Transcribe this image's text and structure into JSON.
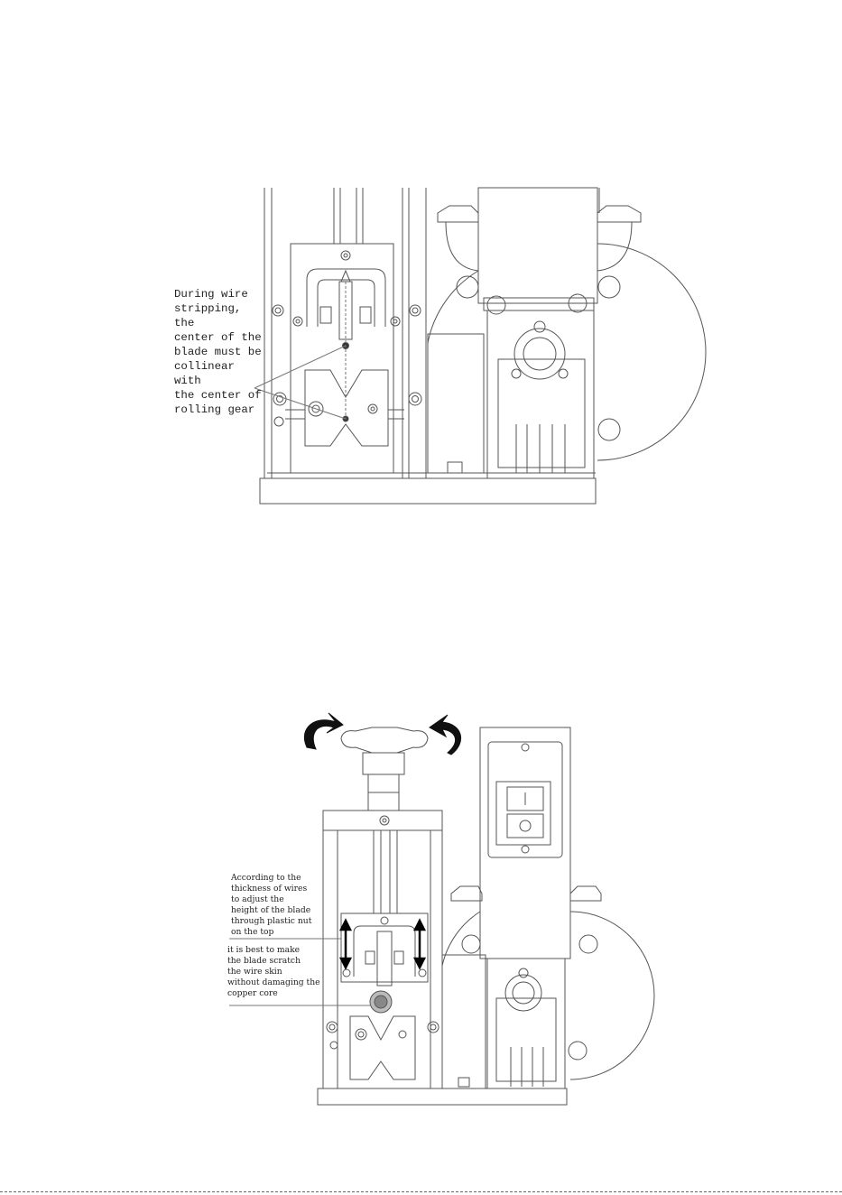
{
  "figure1": {
    "note": "During  wire\nstripping, the\ncenter of the\nblade must be\ncollinear with\nthe center of\nrolling gear"
  },
  "figure2": {
    "note_adjust": "According to the\nthickness of wires\nto adjust the\nheight of the blade\nthrough plastic nut\non the top",
    "note_scratch": "it is best to make\nthe blade scratch\nthe wire skin\nwithout damaging the\ncopper core"
  }
}
